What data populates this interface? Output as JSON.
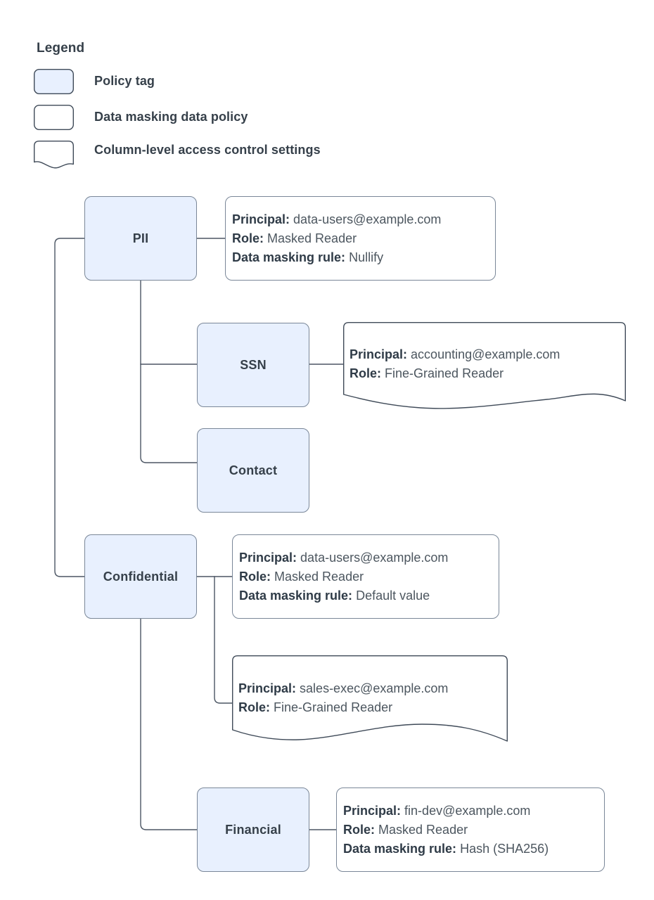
{
  "legend": {
    "title": "Legend",
    "items": [
      {
        "shape": "rounded-rect-filled",
        "label": "Policy tag",
        "fill": "#e8f0fe"
      },
      {
        "shape": "rounded-rect",
        "label": "Data masking data policy",
        "fill": "#ffffff"
      },
      {
        "shape": "document-wave",
        "label": "Column-level access control settings",
        "fill": "#ffffff"
      }
    ]
  },
  "colors": {
    "tag_fill": "#e8f0fe",
    "stroke": "#7a8798",
    "connector": "#4b5563",
    "text": "#36404a",
    "value_text": "#4c565f",
    "background": "#ffffff"
  },
  "labels": {
    "principal": "Principal:",
    "role": "Role:",
    "masking_rule": "Data masking rule:"
  },
  "nodes": {
    "pii": {
      "label": "PII"
    },
    "ssn": {
      "label": "SSN"
    },
    "contact": {
      "label": "Contact"
    },
    "confidential": {
      "label": "Confidential"
    },
    "financial": {
      "label": "Financial"
    }
  },
  "policies": {
    "pii_masking": {
      "kind": "data-masking-policy",
      "principal": "data-users@example.com",
      "role": "Masked Reader",
      "masking_rule": "Nullify"
    },
    "ssn_access": {
      "kind": "column-level-access-control",
      "principal": "accounting@example.com",
      "role": "Fine-Grained Reader"
    },
    "confidential_masking": {
      "kind": "data-masking-policy",
      "principal": "data-users@example.com",
      "role": "Masked Reader",
      "masking_rule": "Default value"
    },
    "confidential_access": {
      "kind": "column-level-access-control",
      "principal": "sales-exec@example.com",
      "role": "Fine-Grained Reader"
    },
    "financial_masking": {
      "kind": "data-masking-policy",
      "principal": "fin-dev@example.com",
      "role": "Masked Reader",
      "masking_rule": "Hash (SHA256)"
    }
  }
}
